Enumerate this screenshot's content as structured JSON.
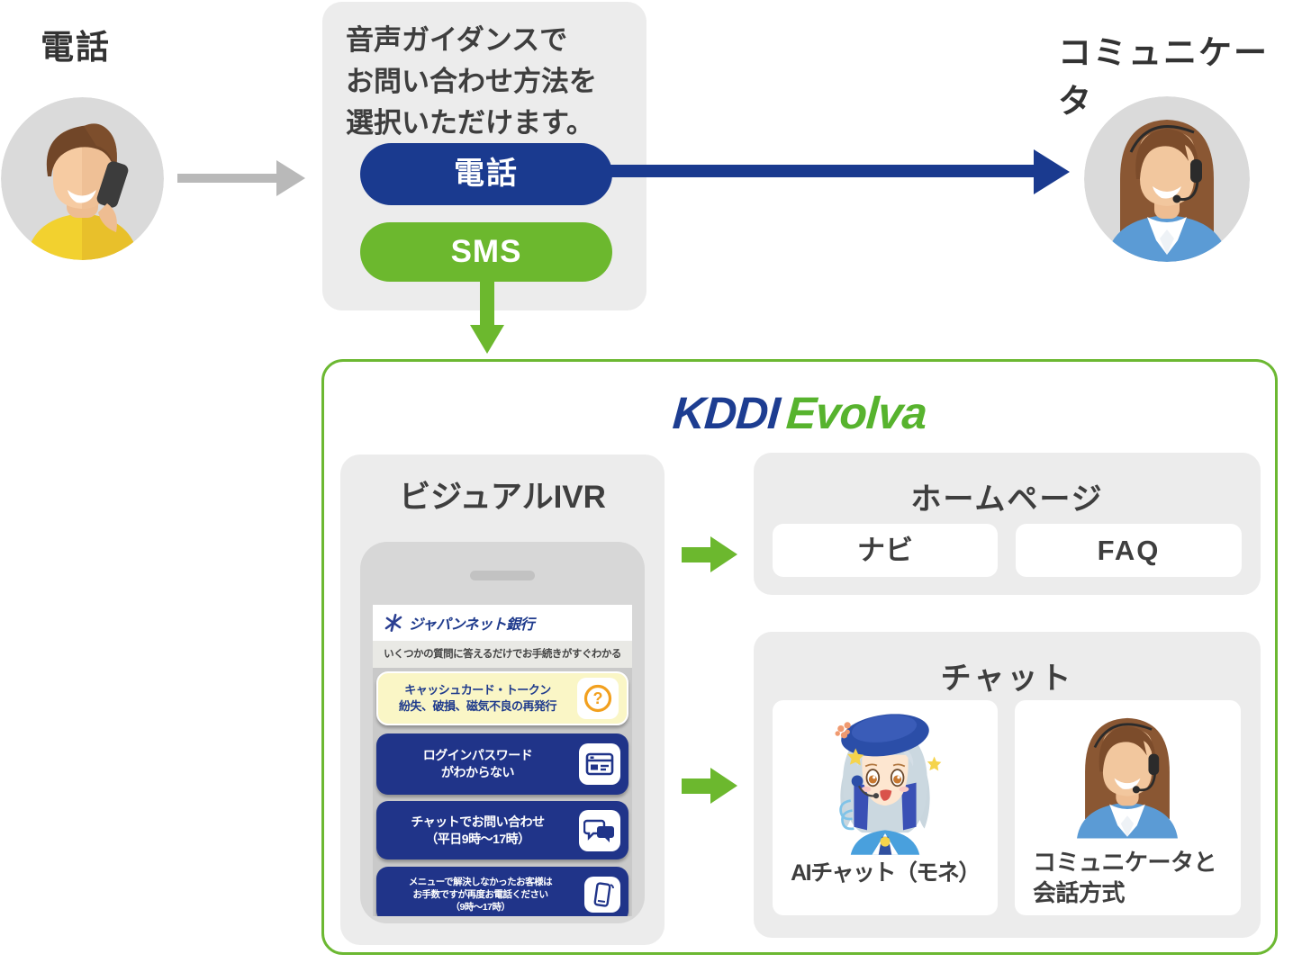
{
  "colors": {
    "navy": "#1a3a8f",
    "green": "#6cb82e",
    "borderGreen": "#6cb832",
    "kddiNavy": "#1d3d91",
    "evolvaGreen": "#57b32e",
    "jnbNavy": "#1e3a8c",
    "orange": "#f2a01e"
  },
  "top": {
    "caller_label": "電話",
    "guidance_lines": [
      "音声ガイダンスで",
      "お問い合わせ方法を",
      "選択いただけます。"
    ],
    "phone_button": "電話",
    "sms_button": "SMS",
    "communicator_label": "コミュニケータ"
  },
  "brand": {
    "kddi": "KDDI",
    "evolva": "Evolva"
  },
  "ivr": {
    "title": "ビジュアルIVR",
    "phone_screen": {
      "bank_name": "ジャパンネット銀行",
      "tagline": "いくつかの質問に答えるだけでお手続きがすぐわかる",
      "menu": [
        {
          "lines": [
            "キャッシュカード・トークン",
            "紛失、破損、磁気不良の再発行"
          ],
          "icon": "question-icon"
        },
        {
          "lines": [
            "ログインパスワード",
            "がわからない"
          ],
          "icon": "window-icon"
        },
        {
          "lines": [
            "チャットでお問い合わせ",
            "（平日9時～17時）"
          ],
          "icon": "chat-icon"
        },
        {
          "lines": [
            "メニューで解決しなかったお客様は",
            "お手数ですが再度お電話ください",
            "（9時～17時）"
          ],
          "icon": "smartphone-icon"
        }
      ]
    }
  },
  "homepage": {
    "title": "ホームページ",
    "nav_label": "ナビ",
    "faq_label": "FAQ"
  },
  "chat": {
    "title": "チャット",
    "ai_label": "AIチャット（モネ）",
    "communicator_lines": [
      "コミュニケータと",
      "会話方式"
    ]
  }
}
